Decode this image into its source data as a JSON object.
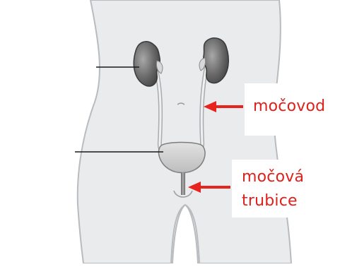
{
  "labels": {
    "ureter": "močovod",
    "urethra_line1": "močová",
    "urethra_line2": "trubice"
  },
  "colors": {
    "label": "#e0201b",
    "arrow": "#e8231d",
    "body_fill": "#e9ebed",
    "body_outline": "#b9bcbf",
    "kidney_dark": "#5c5c5c",
    "kidney_light": "#d8d8d8",
    "bladder_fill": "#cfcfcf",
    "pointer_line": "#1a1a1a"
  }
}
